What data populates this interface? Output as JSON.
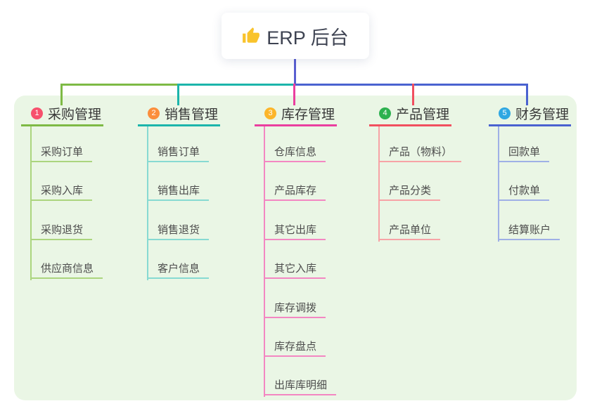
{
  "root": {
    "label": "ERP 后台",
    "icon": "thumbs-up-icon",
    "icon_color": "#f9c32c"
  },
  "connector": {
    "stem_color": "#5a5fd1"
  },
  "colors": {
    "page": "#ffffff",
    "panel": "#eaf6e5"
  },
  "branches": [
    {
      "index": "1",
      "title": "采购管理",
      "badge_color": "#f7506d",
      "line_color": "#7eba45",
      "light_color": "#abd57e",
      "items": [
        "采购订单",
        "采购入库",
        "采购退货",
        "供应商信息"
      ]
    },
    {
      "index": "2",
      "title": "销售管理",
      "badge_color": "#fb8e3c",
      "line_color": "#1cb5ab",
      "light_color": "#87dad2",
      "items": [
        "销售订单",
        "销售出库",
        "销售退货",
        "客户信息"
      ]
    },
    {
      "index": "3",
      "title": "库存管理",
      "badge_color": "#fcb52a",
      "line_color": "#ea3f9f",
      "light_color": "#f387c2",
      "items": [
        "仓库信息",
        "产品库存",
        "其它出库",
        "其它入库",
        "库存调拨",
        "库存盘点",
        "出库库明细"
      ]
    },
    {
      "index": "4",
      "title": "产品管理",
      "badge_color": "#2db14f",
      "line_color": "#f14f5f",
      "light_color": "#f7a3a6",
      "items": [
        "产品（物料）",
        "产品分类",
        "产品单位"
      ]
    },
    {
      "index": "5",
      "title": "财务管理",
      "badge_color": "#2fa7e2",
      "line_color": "#4a62d0",
      "light_color": "#9fb0e6",
      "items": [
        "回款单",
        "付款单",
        "结算账户"
      ]
    }
  ]
}
